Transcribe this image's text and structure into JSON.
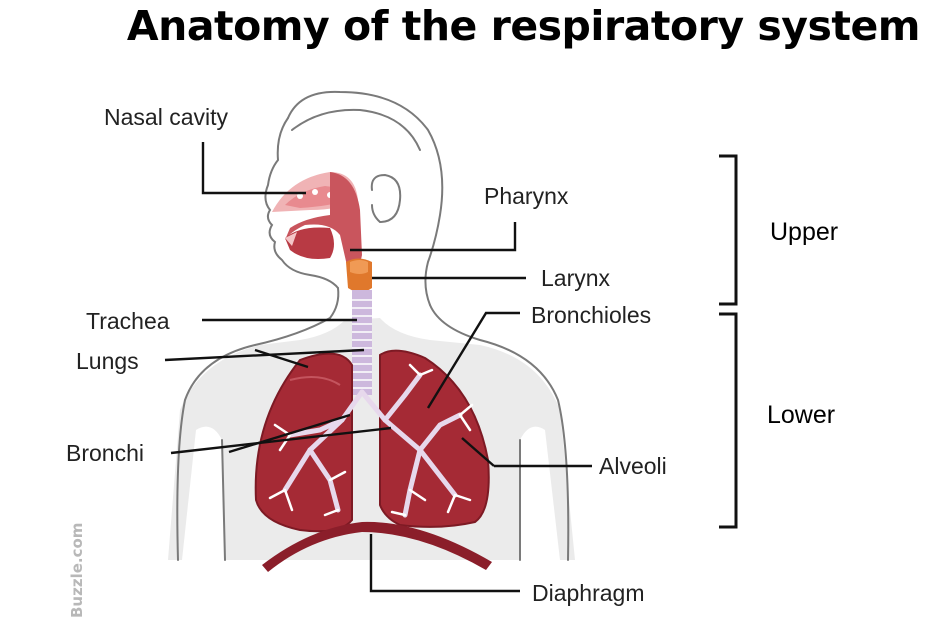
{
  "title": "Anatomy of the respiratory system",
  "labels": {
    "nasal_cavity": "Nasal cavity",
    "pharynx": "Pharynx",
    "larynx": "Larynx",
    "trachea": "Trachea",
    "bronchioles": "Bronchioles",
    "lungs": "Lungs",
    "bronchi": "Bronchi",
    "alveoli": "Alveoli",
    "diaphragm": "Diaphragm"
  },
  "groups": {
    "upper": "Upper",
    "lower": "Lower"
  },
  "watermark": "Buzzle.com",
  "colors": {
    "lung": "#a52a35",
    "lung_dark": "#7d1a24",
    "nasal": "#e88a8f",
    "larynx": "#e0782c",
    "trachea": "#cdb8dd",
    "diaphragm": "#8b1e2a",
    "outline": "#7a7a7a"
  }
}
